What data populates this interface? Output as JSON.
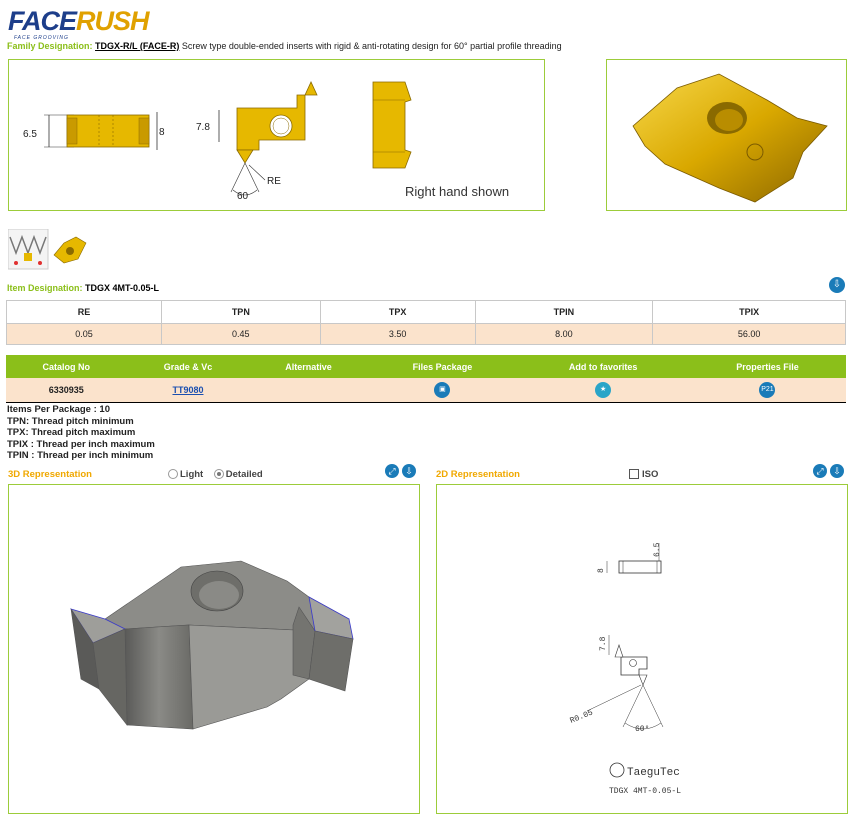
{
  "logo": {
    "part1": "FACE",
    "part2": "RUSH",
    "sub": "FACE GROOVING"
  },
  "family": {
    "label": "Family Designation:",
    "code": "TDGX-R/L (FACE-R)",
    "description": "Screw type double-ended inserts with rigid & anti-rotating design for 60° partial profile threading"
  },
  "drawing": {
    "dim_h1": "6.5",
    "dim_h2": "8",
    "dim_h3": "7.8",
    "dim_angle": "60",
    "dim_re": "RE",
    "caption": "Right hand shown"
  },
  "item": {
    "label": "Item Designation:",
    "value": "TDGX 4MT-0.05-L"
  },
  "params": {
    "headers": [
      "RE",
      "TPN",
      "TPX",
      "TPIN",
      "TPIX"
    ],
    "values": [
      "0.05",
      "0.45",
      "3.50",
      "8.00",
      "56.00"
    ]
  },
  "catalog": {
    "headers": [
      "Catalog No",
      "Grade & Vc",
      "Alternative",
      "Files Package",
      "Add to favorites",
      "Properties File"
    ],
    "row": {
      "catalog_no": "6330935",
      "grade": "TT9080",
      "alternative": "",
      "props_badge": "P21"
    }
  },
  "legend": [
    "Items Per Package : 10",
    "TPN: Thread pitch minimum",
    "TPX: Thread pitch maximum",
    "TPIX : Thread per inch maximum",
    "TPIN : Thread per inch minimum"
  ],
  "rep3d": {
    "title": "3D Representation",
    "opt_light": "Light",
    "opt_detailed": "Detailed",
    "selected": "Detailed"
  },
  "rep2d": {
    "title": "2D Representation",
    "iso_label": "ISO",
    "iso_checked": false,
    "dim_a": "6.5",
    "dim_b": "8",
    "dim_c": "7.8",
    "dim_r": "R0.05",
    "dim_angle": "60°",
    "brand": "TaeguTec",
    "part": "TDGX 4MT-0.05-L"
  },
  "colors": {
    "accent_green": "#8bbf1a",
    "header_orange": "#f0a800",
    "row_bg": "#fbe3cc",
    "icon_blue": "#1a7bb8",
    "insert_gold": "#e6b800"
  }
}
